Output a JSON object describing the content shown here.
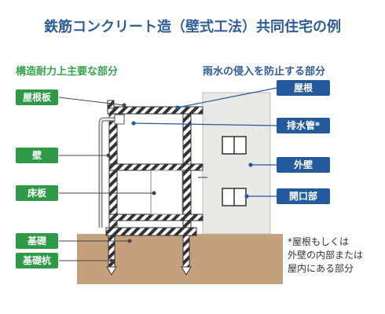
{
  "title": "鉄筋コンクリート造（壁式工法）共同住宅の例",
  "left_heading": "構造耐力上主要な部分",
  "right_heading": "雨水の侵入を防止する部分",
  "structural_labels": [
    "屋根板",
    "壁",
    "床板",
    "基礎",
    "基礎杭"
  ],
  "water_labels": [
    "屋根",
    "排水管*",
    "外壁",
    "開口部"
  ],
  "note": "*屋根もしくは\n外壁の内部または\n屋内にある部分",
  "colors": {
    "title": "#2f5d9c",
    "structural": "#2e9a45",
    "water": "#235a9e",
    "ground": "#c4a07c",
    "wall_panel": "#e9e8e5"
  }
}
